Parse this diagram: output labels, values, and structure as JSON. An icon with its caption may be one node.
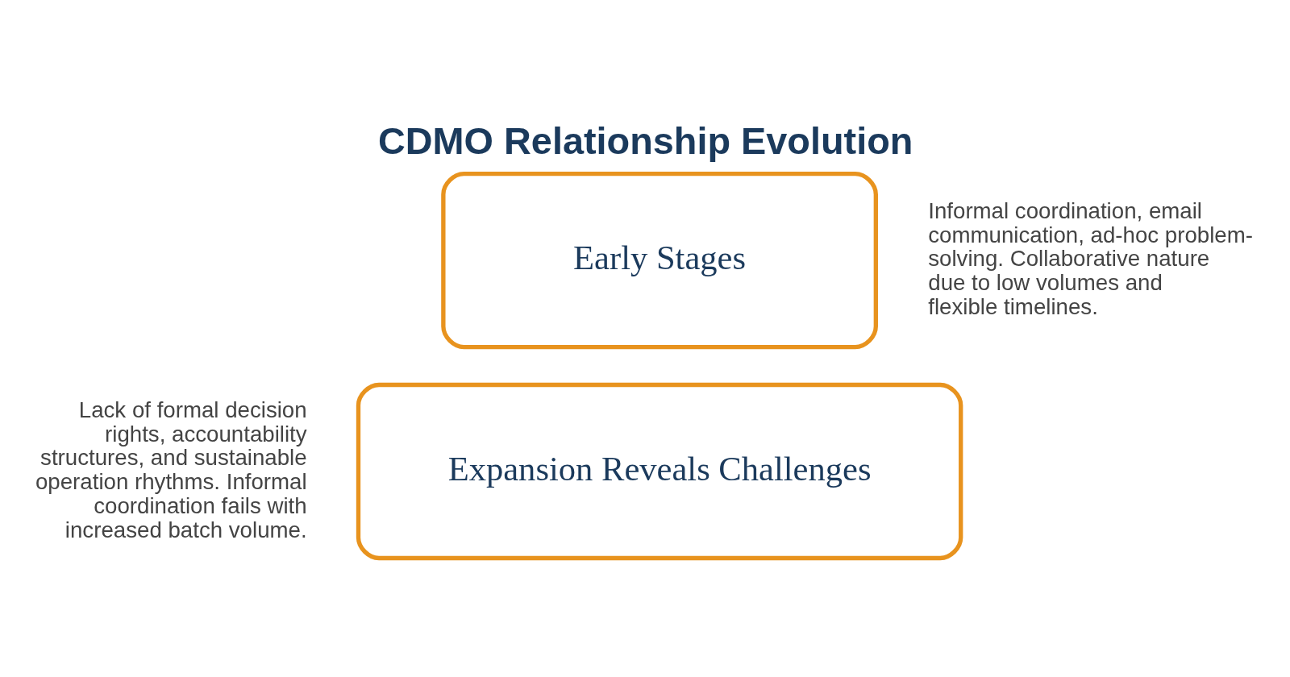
{
  "diagram": {
    "title": "CDMO Relationship Evolution",
    "nodes": [
      {
        "text": [
          "Early Stages"
        ],
        "beside": [
          "Informal coordination, email communication, ad-hoc problem-solving. Collaborative nature due to low volumes and flexible timelines."
        ]
      },
      {
        "text": [
          "Expansion Reveals Challenges"
        ],
        "beside": [
          "Lack of formal decision rights, accountability structures, and sustainable operation rhythms. Informal coordination fails with increased batch volume."
        ]
      }
    ]
  }
}
